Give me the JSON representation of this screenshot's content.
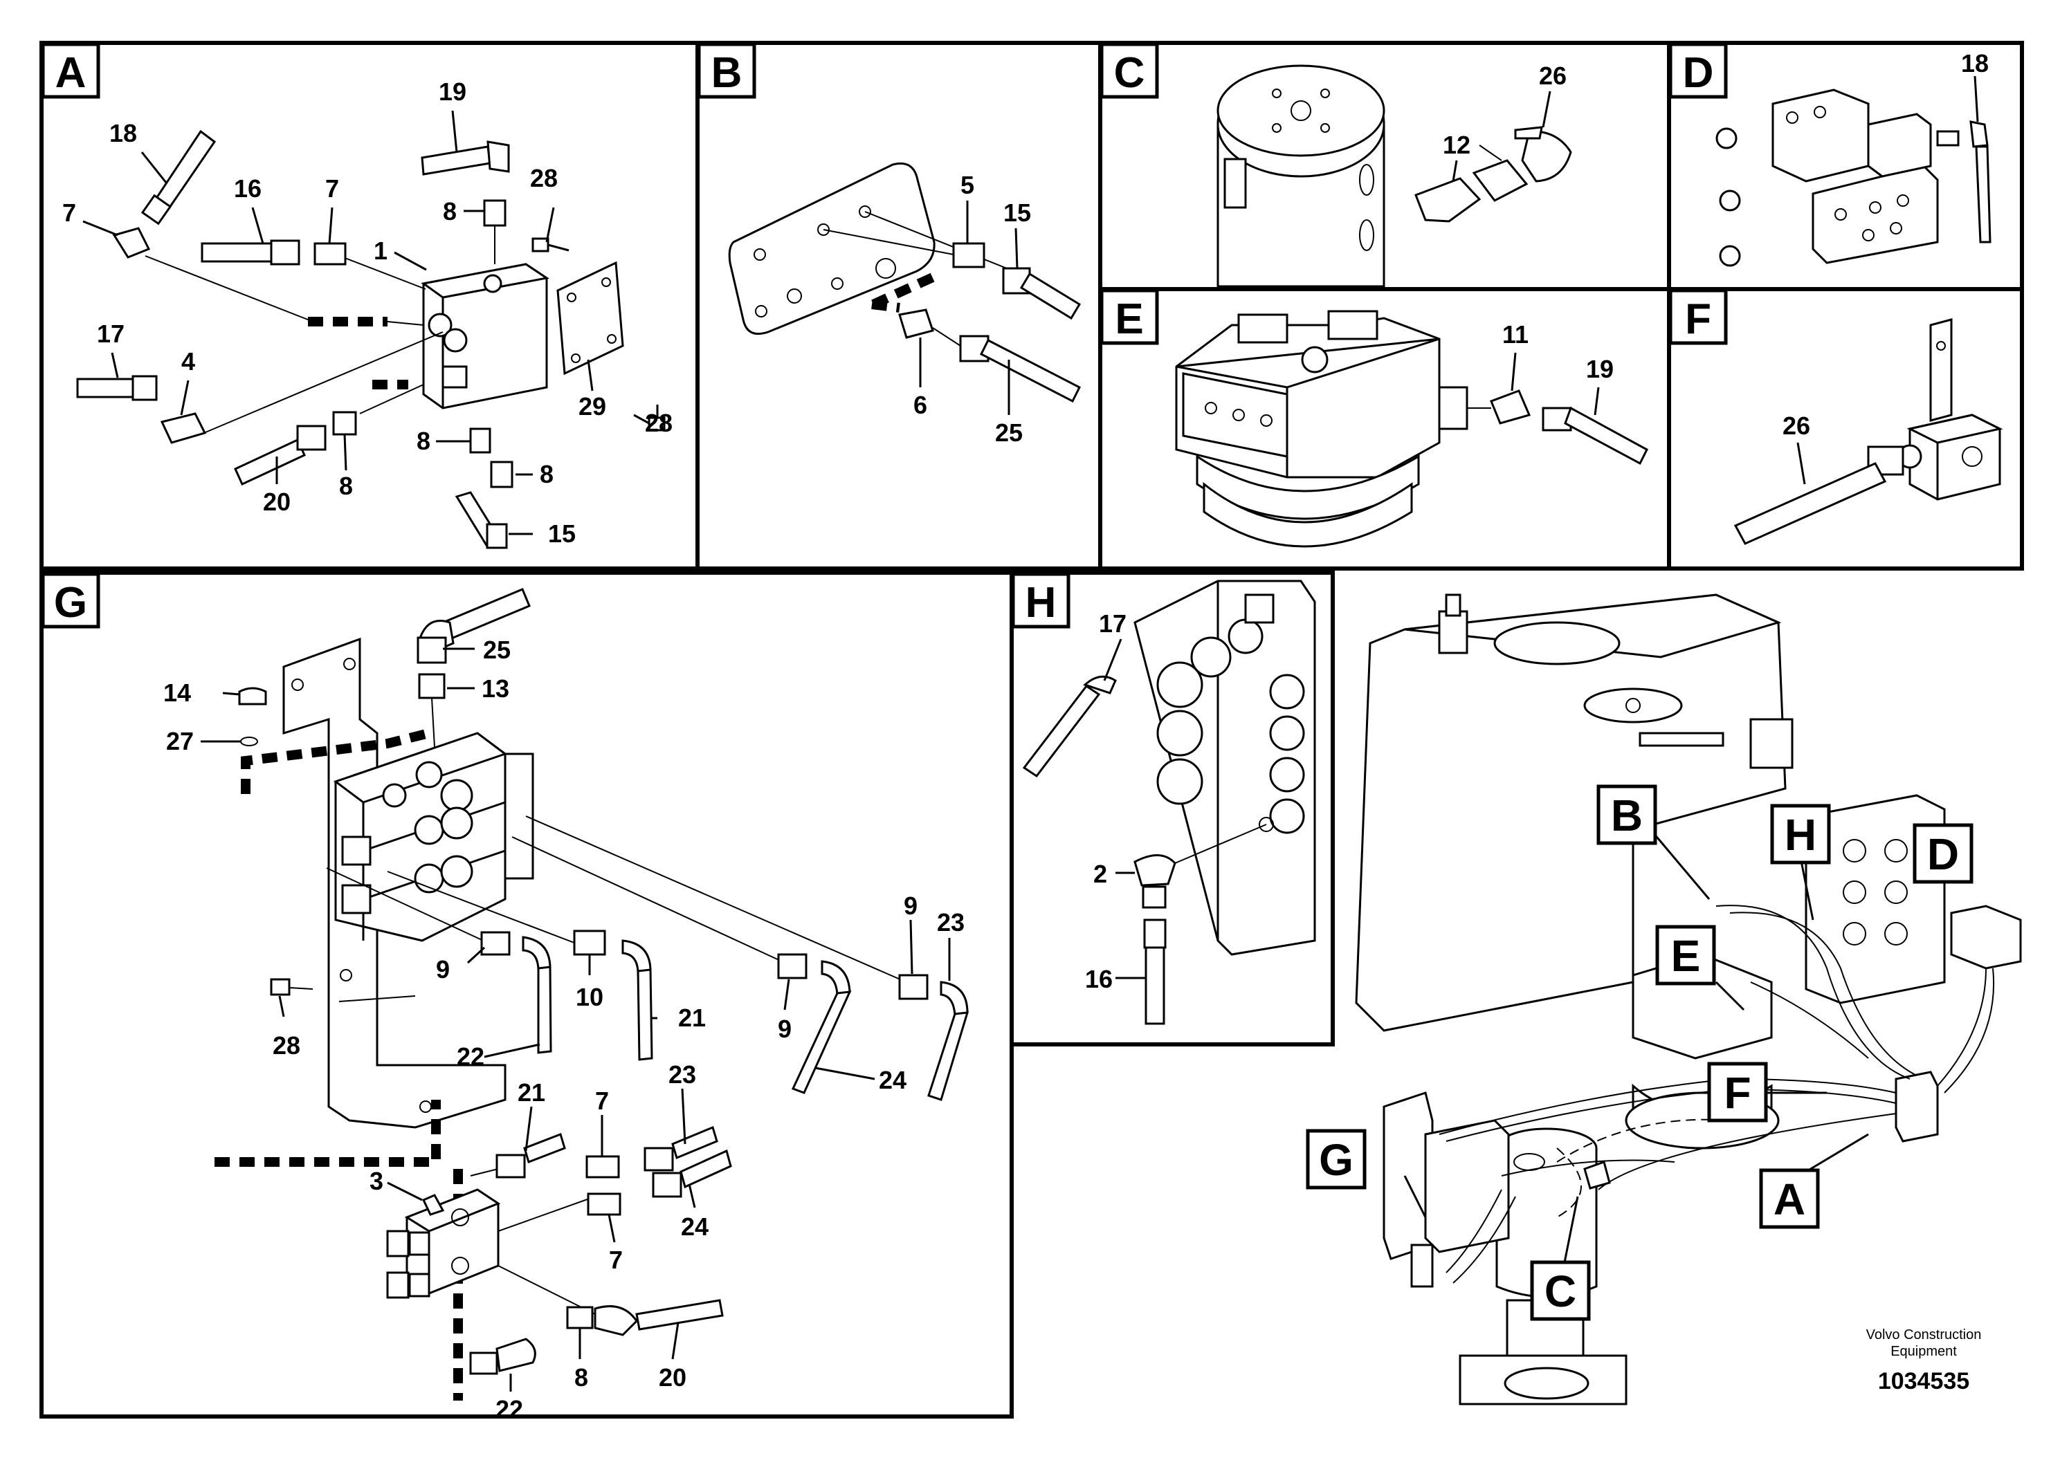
{
  "panels": [
    {
      "id": "A",
      "label": "A"
    },
    {
      "id": "B",
      "label": "B"
    },
    {
      "id": "C",
      "label": "C"
    },
    {
      "id": "D",
      "label": "D"
    },
    {
      "id": "E",
      "label": "E"
    },
    {
      "id": "F",
      "label": "F"
    },
    {
      "id": "G",
      "label": "G"
    },
    {
      "id": "H",
      "label": "H"
    }
  ],
  "callouts": {
    "A": [
      "18",
      "19",
      "7",
      "16",
      "7",
      "28",
      "8",
      "1",
      "17",
      "4",
      "29",
      "28",
      "8",
      "20",
      "8",
      "8",
      "15"
    ],
    "B": [
      "5",
      "15",
      "6",
      "25"
    ],
    "C": [
      "26",
      "12"
    ],
    "D": [
      "18"
    ],
    "E": [
      "11",
      "19"
    ],
    "F": [
      "26"
    ],
    "G": [
      "25",
      "14",
      "13",
      "27",
      "9",
      "23",
      "9",
      "10",
      "21",
      "9",
      "22",
      "24",
      "28",
      "21",
      "7",
      "23",
      "3",
      "24",
      "7",
      "8",
      "22",
      "20"
    ],
    "H": [
      "17",
      "2",
      "16"
    ]
  },
  "overview_labels": [
    "B",
    "H",
    "D",
    "E",
    "F",
    "G",
    "A",
    "C"
  ],
  "footer": {
    "manufacturer_line1": "Volvo Construction",
    "manufacturer_line2": "Equipment",
    "drawing_number": "1034535"
  }
}
